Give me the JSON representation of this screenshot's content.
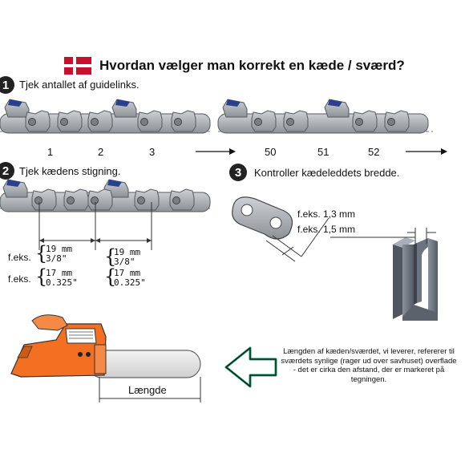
{
  "title": "Hvordan vælger man korrekt en kæde / sværd?",
  "steps": [
    {
      "number": "1",
      "text": "Tjek antallet af guidelinks."
    },
    {
      "number": "2",
      "text": "Tjek kædens stigning."
    },
    {
      "number": "3",
      "text": "Kontroller kædeleddets bredde."
    }
  ],
  "link_counts": [
    "1",
    "2",
    "3",
    "50",
    "51",
    "52"
  ],
  "pitch_examples": {
    "prefix": "f.eks.",
    "rows": [
      {
        "metric": "19 mm",
        "imperial": "3/8\""
      },
      {
        "metric": "17 mm",
        "imperial": "0.325\""
      }
    ]
  },
  "width_examples": [
    "f.eks. 1,3 mm",
    "f.eks. 1,5 mm"
  ],
  "length_label": "Længde",
  "length_note": "Længden af kæden/sværdet, vi leverer, refererer til sværdets synlige (rager ud over savhuset) overflade - det er cirka den afstand, der er markeret på tegningen.",
  "colors": {
    "flag_red": "#c8102e",
    "chain_metal": "#a9aeb3",
    "chain_dark": "#555a60",
    "cutter_blue": "#2b3f8f",
    "saw_orange": "#f36f21",
    "arrow_outline": "#14a06a",
    "width_block": "#6c7480"
  }
}
